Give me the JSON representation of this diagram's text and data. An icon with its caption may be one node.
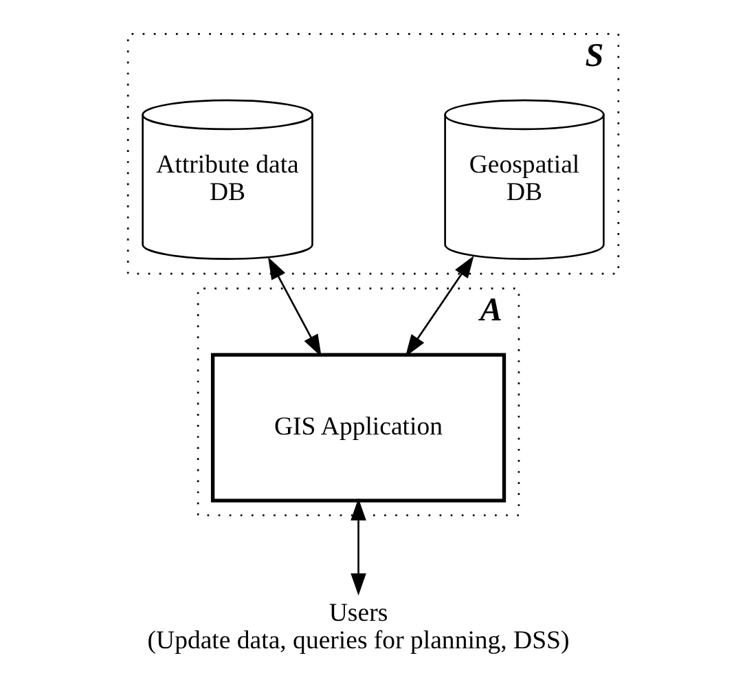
{
  "diagram": {
    "nodes": [
      {
        "text": [
          "S"
        ]
      },
      {
        "text": [
          "Geospatial",
          "DB"
        ],
        "in": 0
      },
      {
        "text": [
          "Attribute data",
          "DB"
        ],
        "in": 0
      },
      {
        "text": [
          "A"
        ]
      },
      {
        "text": [
          "GIS Application"
        ],
        "in": 3
      },
      {
        "text": [
          "Users",
          "(Update data, queries for planning, DSS)"
        ]
      }
    ],
    "edges": [
      {
        "from": 1,
        "to": 4,
        "arrow": "both"
      },
      {
        "from": 2,
        "to": 4,
        "arrow": "both"
      },
      {
        "from": 4,
        "to": 5,
        "arrow": "both"
      }
    ]
  }
}
